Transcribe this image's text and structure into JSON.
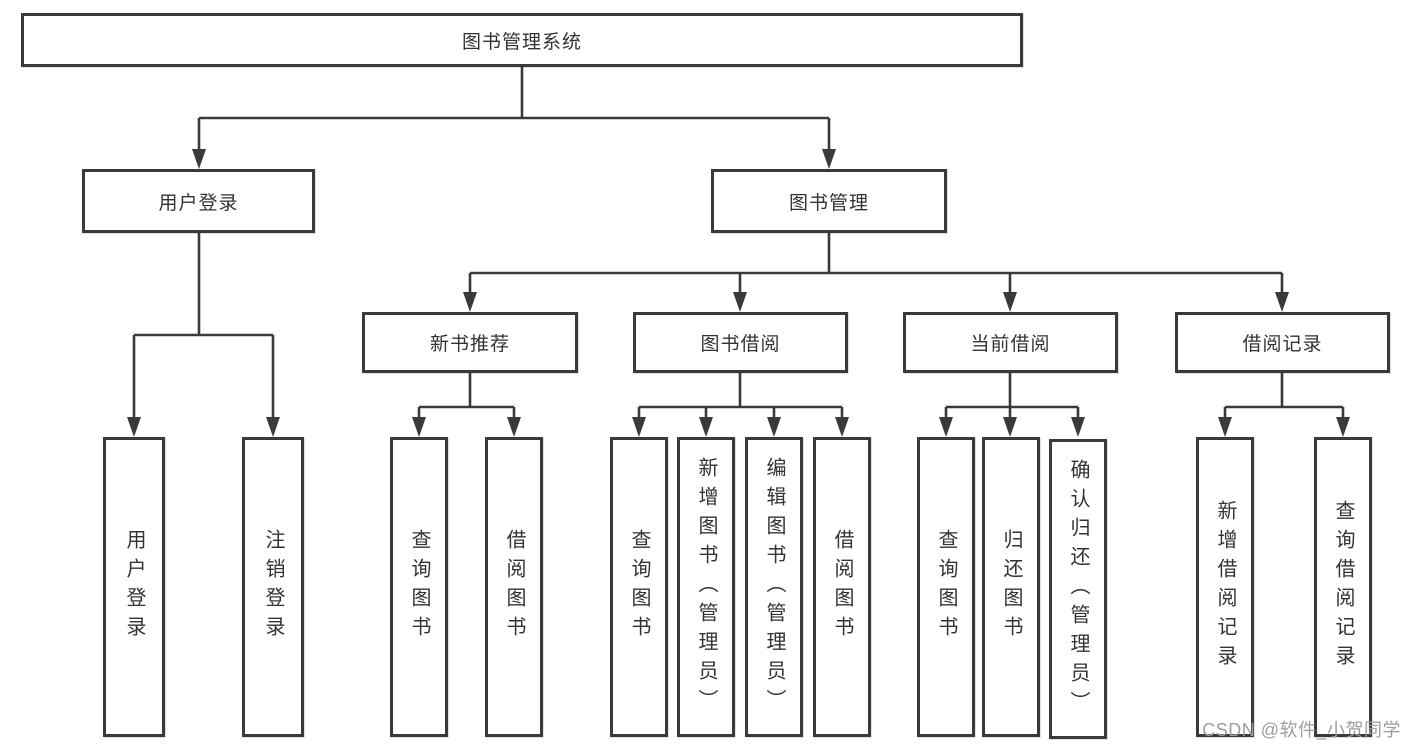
{
  "diagram_title": "图书管理系统",
  "tree": {
    "root": {
      "label": "图书管理系统"
    },
    "children": [
      {
        "label": "用户登录",
        "children": [
          {
            "label": "用户登录"
          },
          {
            "label": "注销登录"
          }
        ]
      },
      {
        "label": "图书管理",
        "children": [
          {
            "label": "新书推荐",
            "children": [
              {
                "label": "查询图书"
              },
              {
                "label": "借阅图书"
              }
            ]
          },
          {
            "label": "图书借阅",
            "children": [
              {
                "label": "查询图书"
              },
              {
                "label": "新增图书（管理员）"
              },
              {
                "label": "编辑图书（管理员）"
              },
              {
                "label": "借阅图书"
              }
            ]
          },
          {
            "label": "当前借阅",
            "children": [
              {
                "label": "查询图书"
              },
              {
                "label": "归还图书"
              },
              {
                "label": "确认归还（管理员）"
              }
            ]
          },
          {
            "label": "借阅记录",
            "children": [
              {
                "label": "新增借阅记录"
              },
              {
                "label": "查询借阅记录"
              }
            ]
          }
        ]
      }
    ]
  },
  "watermark": {
    "text": "CSDN @软件_小贺同学"
  },
  "colors": {
    "line": "#3a3a3a",
    "text": "#333333",
    "background": "#ffffff",
    "watermark": "#9d9d9d"
  }
}
